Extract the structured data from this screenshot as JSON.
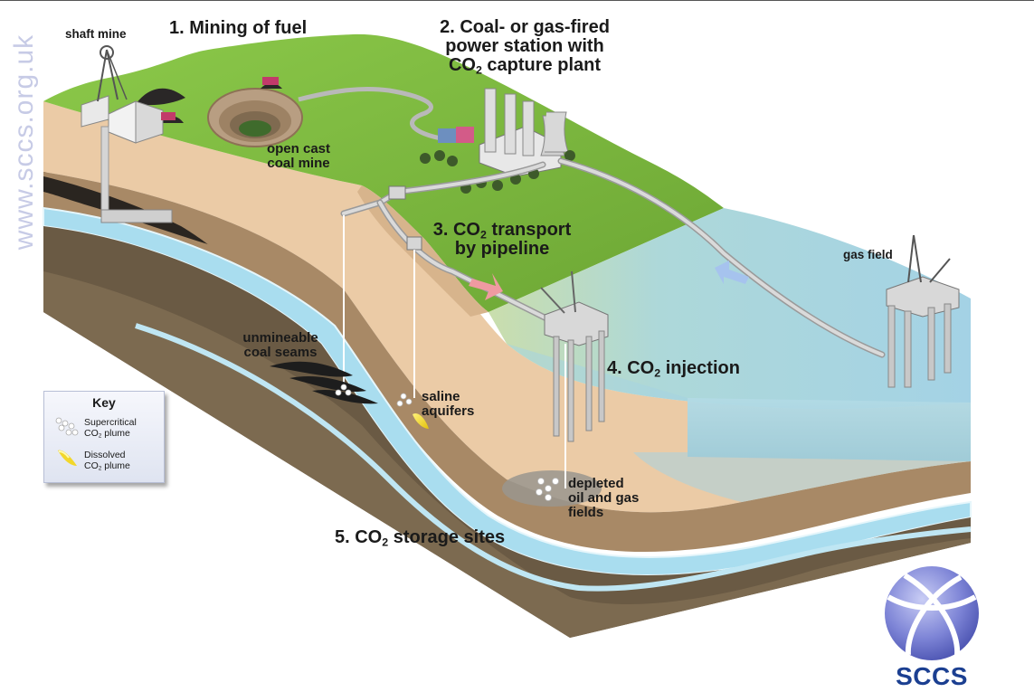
{
  "watermark": "www.sccs.org.uk",
  "labels": {
    "shaft_mine": "shaft mine",
    "mining_of_fuel": "1. Mining of fuel",
    "power_station": {
      "line1": "2. Coal- or gas-fired",
      "line2": "power station with",
      "line3_pre": "CO",
      "line3_sub": "2",
      "line3_post": " capture plant"
    },
    "open_cast": {
      "line1": "open cast",
      "line2": "coal mine"
    },
    "transport": {
      "pre": "3. CO",
      "sub": "2",
      "post": " transport",
      "line2": "by pipeline"
    },
    "gas_field": "gas field",
    "unmineable": {
      "line1": "unmineable",
      "line2": "coal seams"
    },
    "saline": {
      "line1": "saline",
      "line2": "aquifers"
    },
    "injection": {
      "pre": "4. CO",
      "sub": "2",
      "post": " injection"
    },
    "depleted": {
      "line1": "depleted",
      "line2": "oil and gas",
      "line3": "fields"
    },
    "storage": {
      "pre": "5. CO",
      "sub": "2",
      "post": " storage sites"
    }
  },
  "key": {
    "title": "Key",
    "items": [
      {
        "line1": "Supercritical",
        "line2_pre": "CO",
        "line2_sub": "2",
        "line2_post": " plume",
        "icon": "supercritical-plume-icon"
      },
      {
        "line1": "Dissolved",
        "line2_pre": "CO",
        "line2_sub": "2",
        "line2_post": " plume",
        "icon": "dissolved-plume-icon"
      }
    ]
  },
  "logo": {
    "text": "SCCS"
  },
  "colors": {
    "grass": "#7fbf3f",
    "sea": "#a8d4e2",
    "sand": "#e9c9a3",
    "aquifer": "#a7dcef",
    "rock_dark": "#6b5b45",
    "logo_blue": "#1b3f91"
  }
}
